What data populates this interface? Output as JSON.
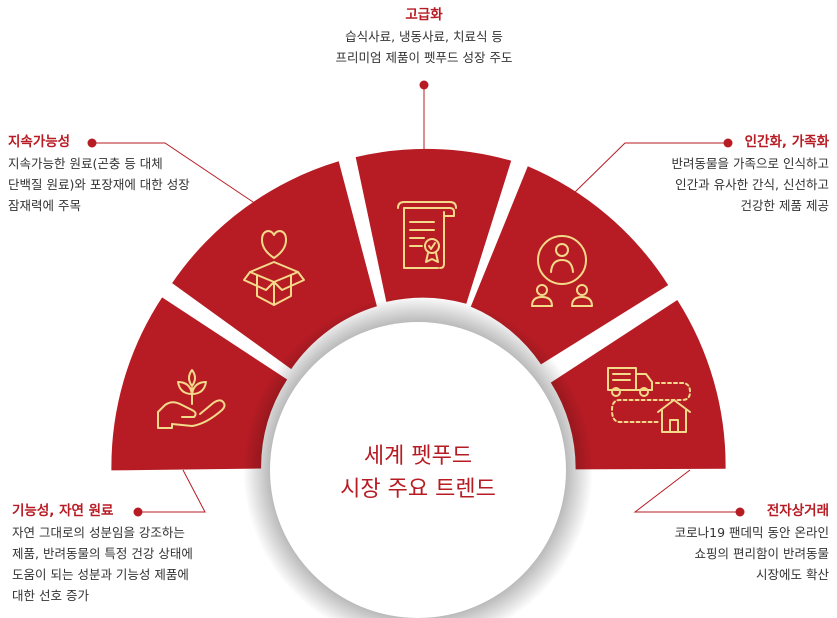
{
  "center": {
    "line1": "세계 펫푸드",
    "line2": "시장 주요 트렌드"
  },
  "colors": {
    "primary": "#b71c24",
    "icon": "#f3d98a",
    "text": "#333333"
  },
  "trends": [
    {
      "id": "functional",
      "icon": "plant-hand-icon",
      "title": "기능성, 자연 원료",
      "lines": [
        "자연 그대로의 성분임을 강조하는",
        "제품, 반려동물의 특정 건강 상태에",
        "도움이 되는 성분과 기능성 제품에",
        "대한 선호 증가"
      ]
    },
    {
      "id": "sustainability",
      "icon": "heart-box-icon",
      "title": "지속가능성",
      "lines": [
        "지속가능한 원료(곤충 등 대체",
        "단백질 원료)와 포장재에 대한 성장",
        "잠재력에 주목"
      ]
    },
    {
      "id": "premium",
      "icon": "certificate-scroll-icon",
      "title": "고급화",
      "lines": [
        "습식사료, 냉동사료, 치료식 등",
        "프리미엄 제품이 펫푸드 성장 주도"
      ]
    },
    {
      "id": "humanization",
      "icon": "people-network-icon",
      "title": "인간화, 가족화",
      "lines": [
        "반려동물을 가족으로 인식하고",
        "인간과 유사한 간식, 신선하고",
        "건강한 제품 제공"
      ]
    },
    {
      "id": "ecommerce",
      "icon": "delivery-truck-house-icon",
      "title": "전자상거래",
      "lines": [
        "코로나19 팬데믹 동안 온라인",
        "쇼핑의 편리함이 반려동물",
        "시장에도 확산"
      ]
    }
  ]
}
